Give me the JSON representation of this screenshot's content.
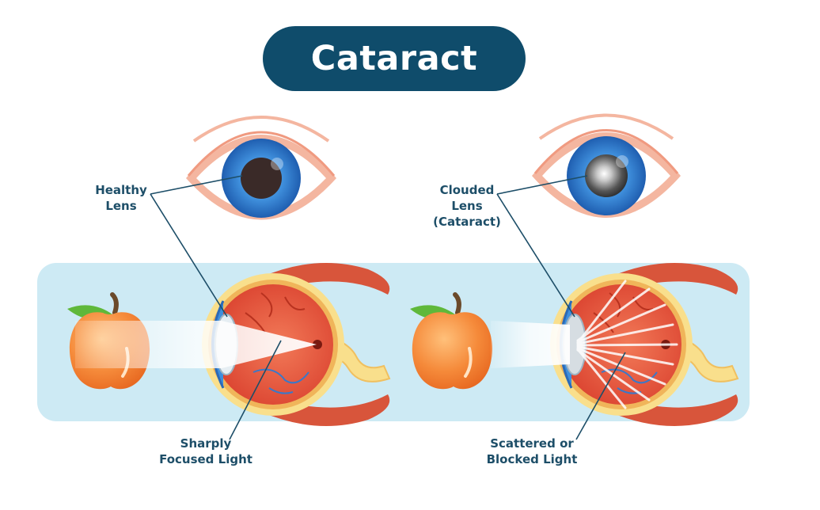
{
  "title": "Cataract",
  "labels": {
    "healthy_lens": [
      "Healthy",
      "Lens"
    ],
    "clouded_lens": [
      "Clouded",
      "Lens",
      "(Cataract)"
    ],
    "focused_light": [
      "Sharply",
      "Focused Light"
    ],
    "scattered_light": [
      "Scattered or",
      "Blocked Light"
    ]
  },
  "colors": {
    "title_bg": "#0f4c6b",
    "label_text": "#1d4e68",
    "panel_bg": "#cdeaf4",
    "iris_blue": "#2f7fd0",
    "eyelid": "#f4b6a0",
    "eyeball_red": "#e8503a",
    "sclera_yellow": "#f9df8c",
    "muscle": "#d8553b",
    "apple": "#f58a3a",
    "leaf": "#5fb83a"
  },
  "icons": [
    "apple-icon",
    "eye-front-icon",
    "eye-cross-section-icon"
  ]
}
